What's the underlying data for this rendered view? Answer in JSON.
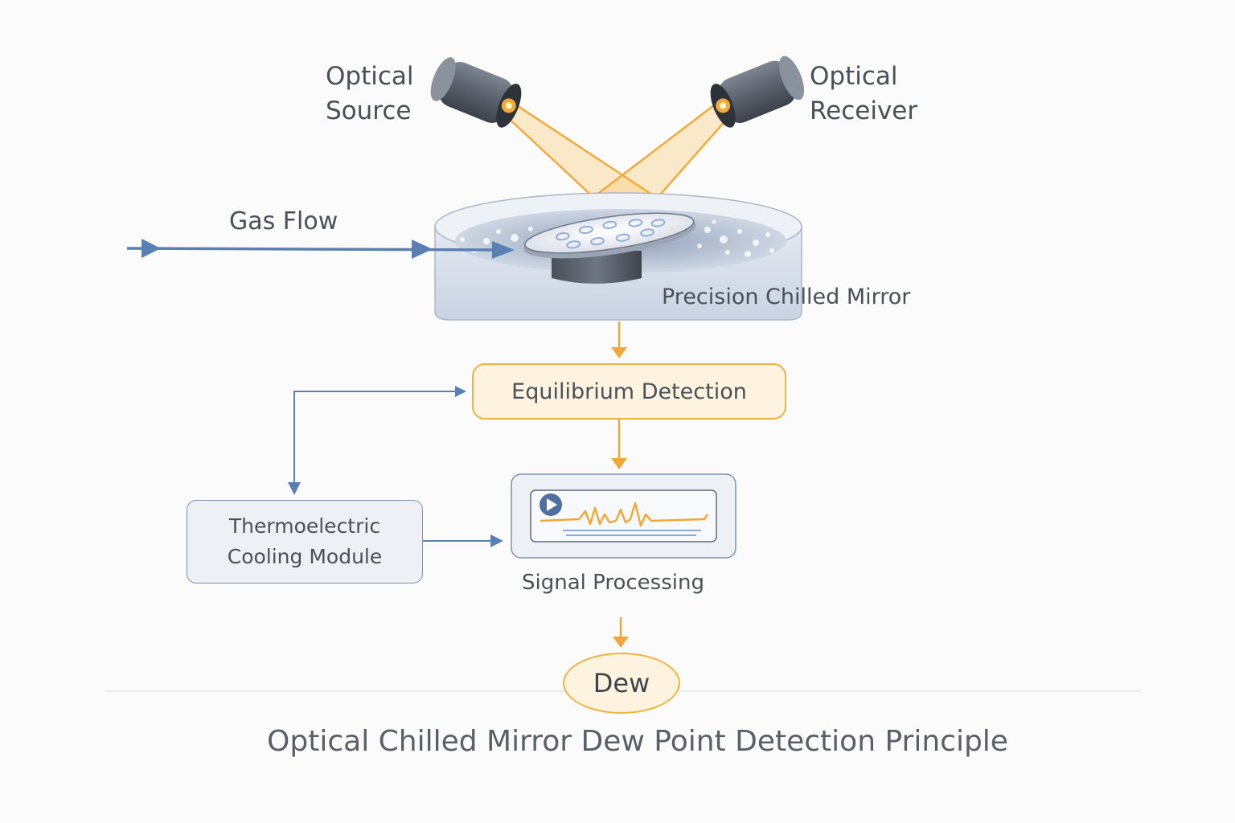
{
  "labels": {
    "optical_source_line1": "Optical",
    "optical_source_line2": "Source",
    "optical_receiver_line1": "Optical",
    "optical_receiver_line2": "Receiver",
    "gas_flow": "Gas Flow",
    "precision_mirror": "Precision Chilled Mirror",
    "equilibrium_detection": "Equilibrium Detection",
    "tec_line1": "Thermoelectric",
    "tec_line2": "Cooling Module",
    "signal_processing": "Signal Processing",
    "dew": "Dew",
    "title": "Optical Chilled Mirror Dew Point Detection Principle"
  },
  "colors": {
    "orange_accent": "#f1b340",
    "blue_flow": "#5a7fb3",
    "text": "#4a5058",
    "box_fill_orange": "#fdf3df",
    "box_fill_blue": "#edf1f6"
  },
  "icons": {
    "play": "play-icon",
    "waveform": "waveform-icon"
  }
}
